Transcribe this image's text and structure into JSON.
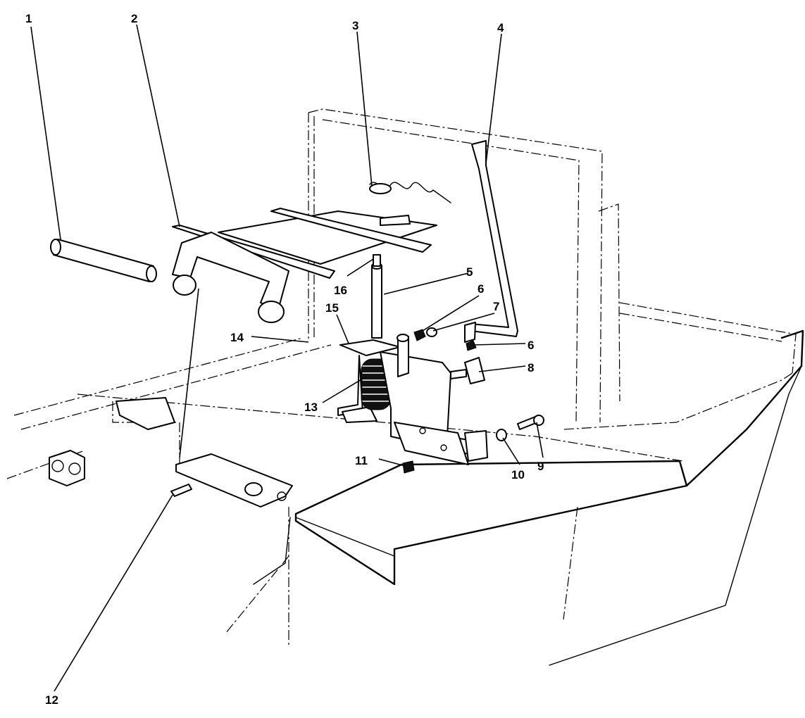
{
  "callouts": [
    "1",
    "2",
    "3",
    "4",
    "5",
    "6",
    "7",
    "6",
    "8",
    "9",
    "10",
    "11",
    "12",
    "13",
    "14",
    "15",
    "16"
  ]
}
